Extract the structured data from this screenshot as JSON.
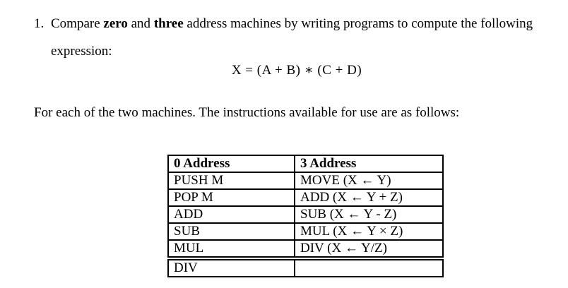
{
  "question": {
    "number": "1.",
    "seg1": "Compare ",
    "bold1": "zero",
    "seg2": " and ",
    "bold2": "three",
    "seg3": " address machines by writing programs to compute the following",
    "line2": "expression:"
  },
  "formula": "X = (A + B) ∗ (C + D)",
  "intro": "For each of the two machines. The instructions available for use are as follows:",
  "table": {
    "headers": [
      "0 Address",
      "3 Address"
    ],
    "rows": [
      [
        "PUSH M",
        "MOVE (X ←  Y)"
      ],
      [
        "POP M",
        "ADD (X ←  Y + Z)"
      ],
      [
        "ADD",
        "SUB (X ←  Y - Z)"
      ],
      [
        "SUB",
        "MUL (X ←  Y × Z)"
      ],
      [
        "MUL",
        "DIV (X ←  Y/Z)"
      ],
      [
        "DIV",
        ""
      ]
    ]
  }
}
